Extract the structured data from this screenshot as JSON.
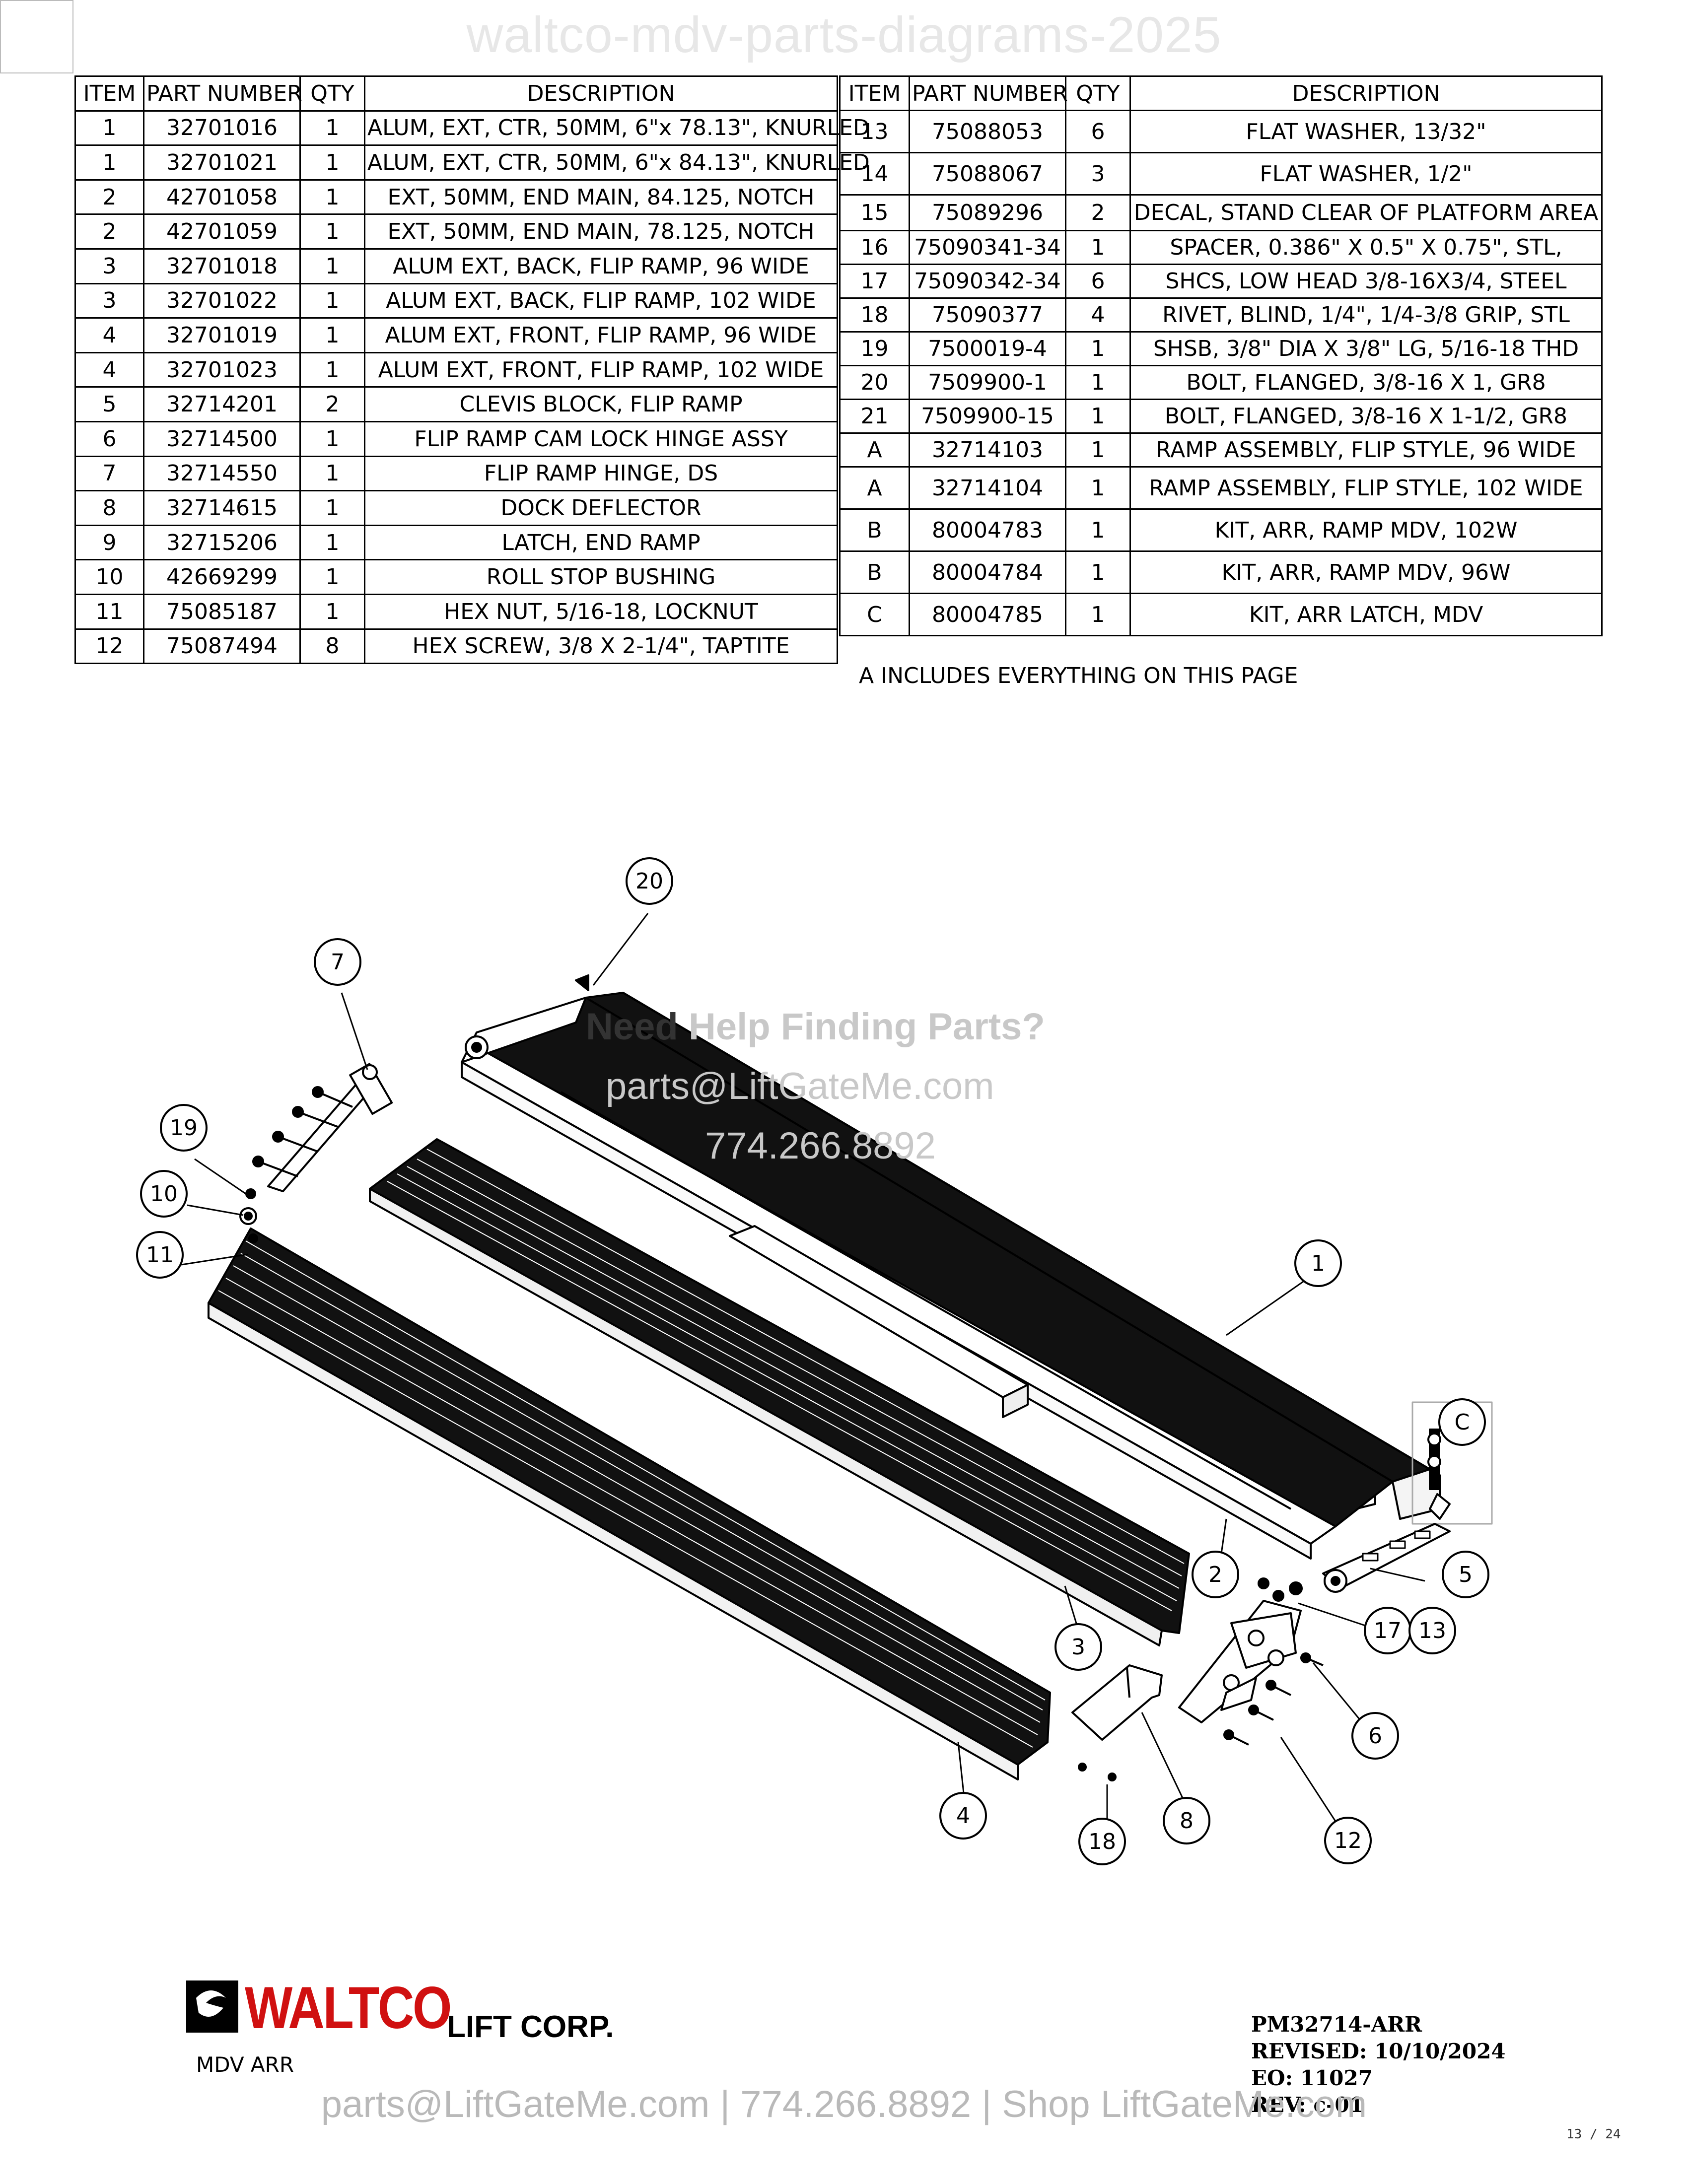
{
  "header": {
    "watermark_title": "waltco-mdv-parts-diagrams-2025"
  },
  "table_headers": [
    "ITEM",
    "PART NUMBER",
    "QTY",
    "DESCRIPTION"
  ],
  "parts_left": [
    {
      "item": "1",
      "part": "32701016",
      "qty": "1",
      "desc": "ALUM,  EXT, CTR, 50MM, 6\"x 78.13\", KNURLED"
    },
    {
      "item": "1",
      "part": "32701021",
      "qty": "1",
      "desc": "ALUM,  EXT, CTR, 50MM, 6\"x 84.13\", KNURLED"
    },
    {
      "item": "2",
      "part": "42701058",
      "qty": "1",
      "desc": "EXT, 50MM, END MAIN, 84.125, NOTCH"
    },
    {
      "item": "2",
      "part": "42701059",
      "qty": "1",
      "desc": "EXT, 50MM, END MAIN, 78.125, NOTCH"
    },
    {
      "item": "3",
      "part": "32701018",
      "qty": "1",
      "desc": "ALUM EXT, BACK, FLIP RAMP, 96 WIDE"
    },
    {
      "item": "3",
      "part": "32701022",
      "qty": "1",
      "desc": "ALUM EXT, BACK, FLIP RAMP, 102 WIDE"
    },
    {
      "item": "4",
      "part": "32701019",
      "qty": "1",
      "desc": "ALUM EXT, FRONT, FLIP RAMP, 96 WIDE"
    },
    {
      "item": "4",
      "part": "32701023",
      "qty": "1",
      "desc": "ALUM EXT, FRONT, FLIP RAMP, 102 WIDE"
    },
    {
      "item": "5",
      "part": "32714201",
      "qty": "2",
      "desc": "CLEVIS BLOCK, FLIP RAMP"
    },
    {
      "item": "6",
      "part": "32714500",
      "qty": "1",
      "desc": "FLIP RAMP CAM LOCK HINGE ASSY"
    },
    {
      "item": "7",
      "part": "32714550",
      "qty": "1",
      "desc": "FLIP RAMP HINGE, DS"
    },
    {
      "item": "8",
      "part": "32714615",
      "qty": "1",
      "desc": "DOCK DEFLECTOR"
    },
    {
      "item": "9",
      "part": "32715206",
      "qty": "1",
      "desc": "LATCH, END RAMP"
    },
    {
      "item": "10",
      "part": "42669299",
      "qty": "1",
      "desc": "ROLL STOP BUSHING"
    },
    {
      "item": "11",
      "part": "75085187",
      "qty": "1",
      "desc": "HEX NUT, 5/16-18, LOCKNUT"
    },
    {
      "item": "12",
      "part": "75087494",
      "qty": "8",
      "desc": "HEX SCREW, 3/8 X 2-1/4\", TAPTITE"
    }
  ],
  "parts_right": [
    {
      "item": "13",
      "part": "75088053",
      "qty": "6",
      "desc": "FLAT WASHER, 13/32\""
    },
    {
      "item": "14",
      "part": "75088067",
      "qty": "3",
      "desc": "FLAT WASHER, 1/2\""
    },
    {
      "item": "15",
      "part": "75089296",
      "qty": "2",
      "desc": "DECAL, STAND CLEAR OF PLATFORM AREA"
    },
    {
      "item": "16",
      "part": "75090341-34",
      "qty": "1",
      "desc": "SPACER, 0.386\" X 0.5\"  X 0.75\", STL,"
    },
    {
      "item": "17",
      "part": "75090342-34",
      "qty": "6",
      "desc": "SHCS, LOW HEAD 3/8-16X3/4, STEEL"
    },
    {
      "item": "18",
      "part": "75090377",
      "qty": "4",
      "desc": "RIVET, BLIND, 1/4\", 1/4-3/8 GRIP, STL"
    },
    {
      "item": "19",
      "part": "7500019-4",
      "qty": "1",
      "desc": "SHSB, 3/8\" DIA X 3/8\" LG, 5/16-18 THD"
    },
    {
      "item": "20",
      "part": "7509900-1",
      "qty": "1",
      "desc": "BOLT, FLANGED, 3/8-16 X 1, GR8"
    },
    {
      "item": "21",
      "part": "7509900-15",
      "qty": "1",
      "desc": "BOLT, FLANGED, 3/8-16 X 1-1/2, GR8"
    },
    {
      "item": "A",
      "part": "32714103",
      "qty": "1",
      "desc": "RAMP ASSEMBLY, FLIP STYLE, 96 WIDE"
    },
    {
      "item": "A",
      "part": "32714104",
      "qty": "1",
      "desc": "RAMP ASSEMBLY, FLIP STYLE, 102 WIDE"
    },
    {
      "item": "B",
      "part": "80004783",
      "qty": "1",
      "desc": "KIT, ARR, RAMP MDV, 102W"
    },
    {
      "item": "B",
      "part": "80004784",
      "qty": "1",
      "desc": "KIT, ARR, RAMP MDV, 96W"
    },
    {
      "item": "C",
      "part": "80004785",
      "qty": "1",
      "desc": "KIT, ARR LATCH, MDV"
    }
  ],
  "note": "A INCLUDES EVERYTHING ON THIS PAGE",
  "watermark": {
    "line1_lead": "Need",
    "line1_rest": " Help Finding Parts?",
    "line2": "parts@LiftGateMe.com",
    "line3": "774.266.8892"
  },
  "callouts": [
    "20",
    "7",
    "19",
    "10",
    "11",
    "1",
    "C",
    "2",
    "5",
    "17",
    "13",
    "3",
    "6",
    "8",
    "4",
    "18",
    "12"
  ],
  "logo": {
    "brand": "WALTCO",
    "suffix": "LIFT CORP.",
    "model": "MDV ARR"
  },
  "title_block": {
    "doc": "PM32714-ARR",
    "revised": "REVISED: 10/10/2024",
    "eo": "EO: 11027",
    "rev": "REV: c-01"
  },
  "footer": "parts@LiftGateMe.com | 774.266.8892 | Shop LiftGateMe.com",
  "page": "13 / 24"
}
